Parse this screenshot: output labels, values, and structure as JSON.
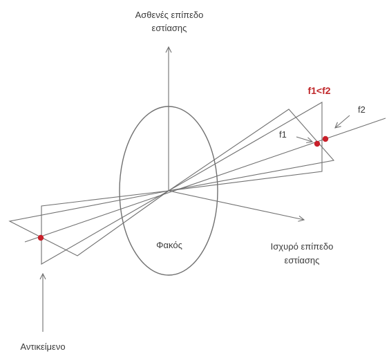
{
  "labels": {
    "weak_plane_line1": "Ασθενές επίπεδο",
    "weak_plane_line2": "εστίασης",
    "relation": "f1<f2",
    "f2": "f2",
    "f1": "f1",
    "lens": "Φακός",
    "strong_plane_line1": "Ισχυρό επίπεδο",
    "strong_plane_line2": "εστίασης",
    "object": "Αντικείμενο"
  },
  "colors": {
    "line": "#707070",
    "focal_points": "#c8202a",
    "relation_text": "#c0282b",
    "text": "#3a3a3a"
  }
}
